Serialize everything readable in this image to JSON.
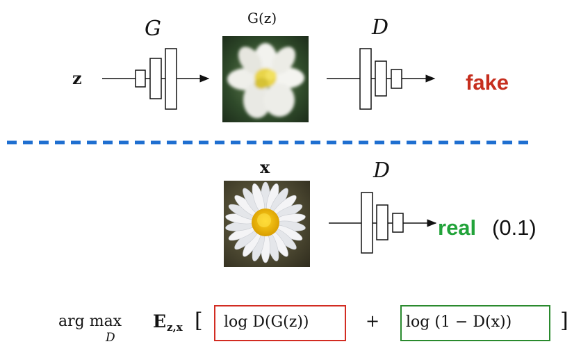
{
  "top_row": {
    "input_label": "z",
    "generator_label": "G",
    "generated_image_label": "G(z)",
    "discriminator_label": "D",
    "output_label": "fake",
    "output_color": "#c62e1e"
  },
  "divider": {
    "color": "#1f6fd0",
    "style": "dashed"
  },
  "bottom_row": {
    "real_image_label": "x",
    "discriminator_label": "D",
    "output_label": "real",
    "output_value": "(0.1)",
    "output_color": "#22a33a"
  },
  "formula": {
    "operator": "arg max",
    "operator_sub": "D",
    "expectation": "E",
    "expectation_sub": "z,x",
    "open_bracket": "[",
    "term1": "log D(G(z))",
    "term1_box_color": "#d22c22",
    "plus": "+",
    "term2": "log (1 − D(x))",
    "term2_box_color": "#2a8a2e",
    "close_bracket": "]"
  },
  "icons": {
    "generated_image": "fake-daisy-image",
    "real_image": "real-daisy-image"
  }
}
